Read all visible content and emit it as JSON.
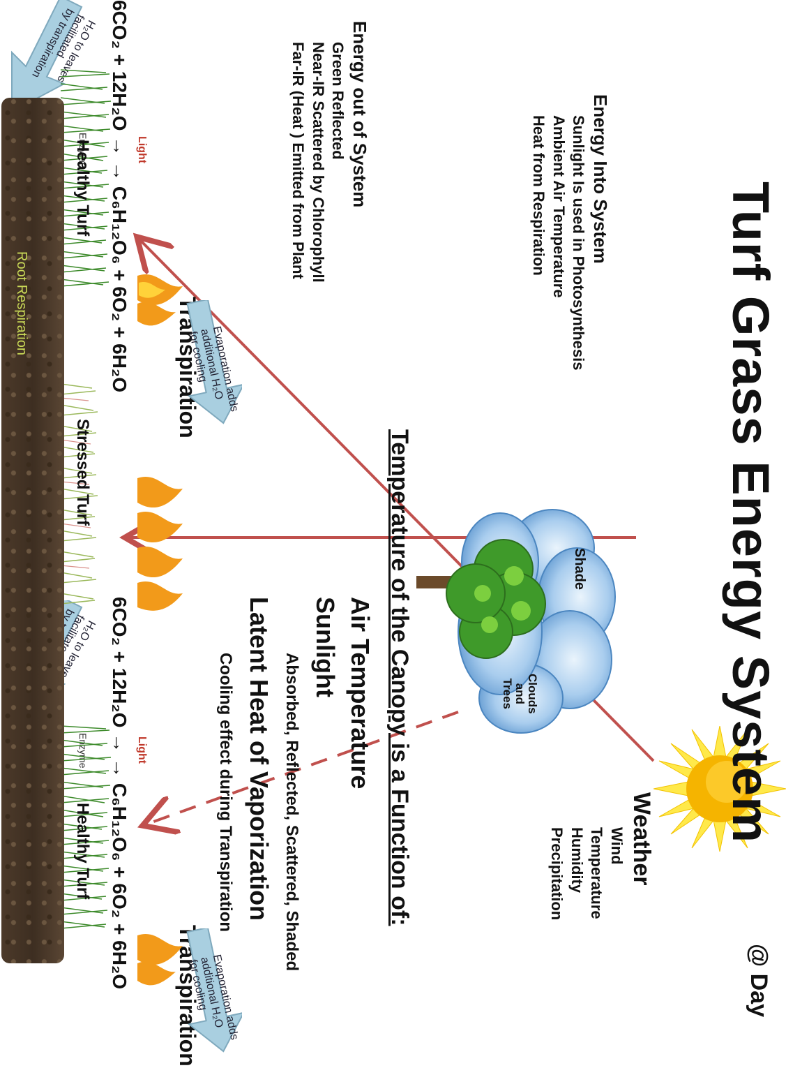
{
  "title": "Turf Grass Energy System",
  "title_suffix": "@ Day",
  "energy_in": {
    "heading": "Energy Into System",
    "items": [
      "Sunlight Is used in Photosynthesis",
      "Ambient Air Temperature",
      "Heat from Respiration"
    ]
  },
  "energy_out": {
    "heading": "Energy  out of System",
    "items": [
      "Green Reflected",
      "Near-IR  Scattered by Chlorophyll",
      "Far-IR (Heat ) Emitted from Plant"
    ]
  },
  "weather": {
    "heading": "Weather",
    "items": [
      "Wind",
      "Temperature",
      "Humidity",
      "Precipitation"
    ]
  },
  "canopy_heading": "Temperature of the Canopy is a Function of:",
  "factors": {
    "air_temp": "Air Temperature",
    "sunlight": "Sunlight",
    "sunlight_detail": "Absorbed, Reflected, Scattered, Shaded",
    "latent": "Latent Heat of Vaporization",
    "latent_detail": "Cooling effect during Transpiration"
  },
  "shade": {
    "shade_label": "Shade",
    "clouds_line1": "Clouds",
    "clouds_line2": "and",
    "clouds_line3": "Trees"
  },
  "equation": "6CO₂ + 12H₂O → → C₆H₁₂O₆ + 6O₂ + 6H₂O",
  "equation_right": "6CO₂ + 12H₂O → → C₆H₁₂O₆ + 6O₂ + 6H₂O",
  "transpiration": "Transpiration",
  "transpiration_right": "Transpiration",
  "light_label": "Light",
  "enzyme_label": "Enzyme",
  "turf": {
    "healthy_left": "Healthy Turf",
    "stressed": "Stressed Turf",
    "healthy_right": "Healthy Turf"
  },
  "root_respiration": "Root Respiration",
  "h2o_arrow": {
    "line1": "H₂O to leaves",
    "line2": "facilitated",
    "line3": "by transpiration"
  },
  "evap_arrow": {
    "line1": "Evaporation adds",
    "line2": "additional H₂O",
    "line3": "for cooling"
  },
  "colors": {
    "sun_core": "#f5b400",
    "sun_rays": "#ffe94a",
    "arrow_red": "#c0504d",
    "cloud_blue": "#7fb2de",
    "soil": "#4a3a2a",
    "flame": "#f29a1a",
    "arrow_blue": "#a9cfe0",
    "soil_label": "#c9d957"
  },
  "icons": [
    "sun-icon",
    "cloud-icon",
    "tree-icon",
    "flame-icon",
    "grass-icon",
    "arrow-icon"
  ]
}
